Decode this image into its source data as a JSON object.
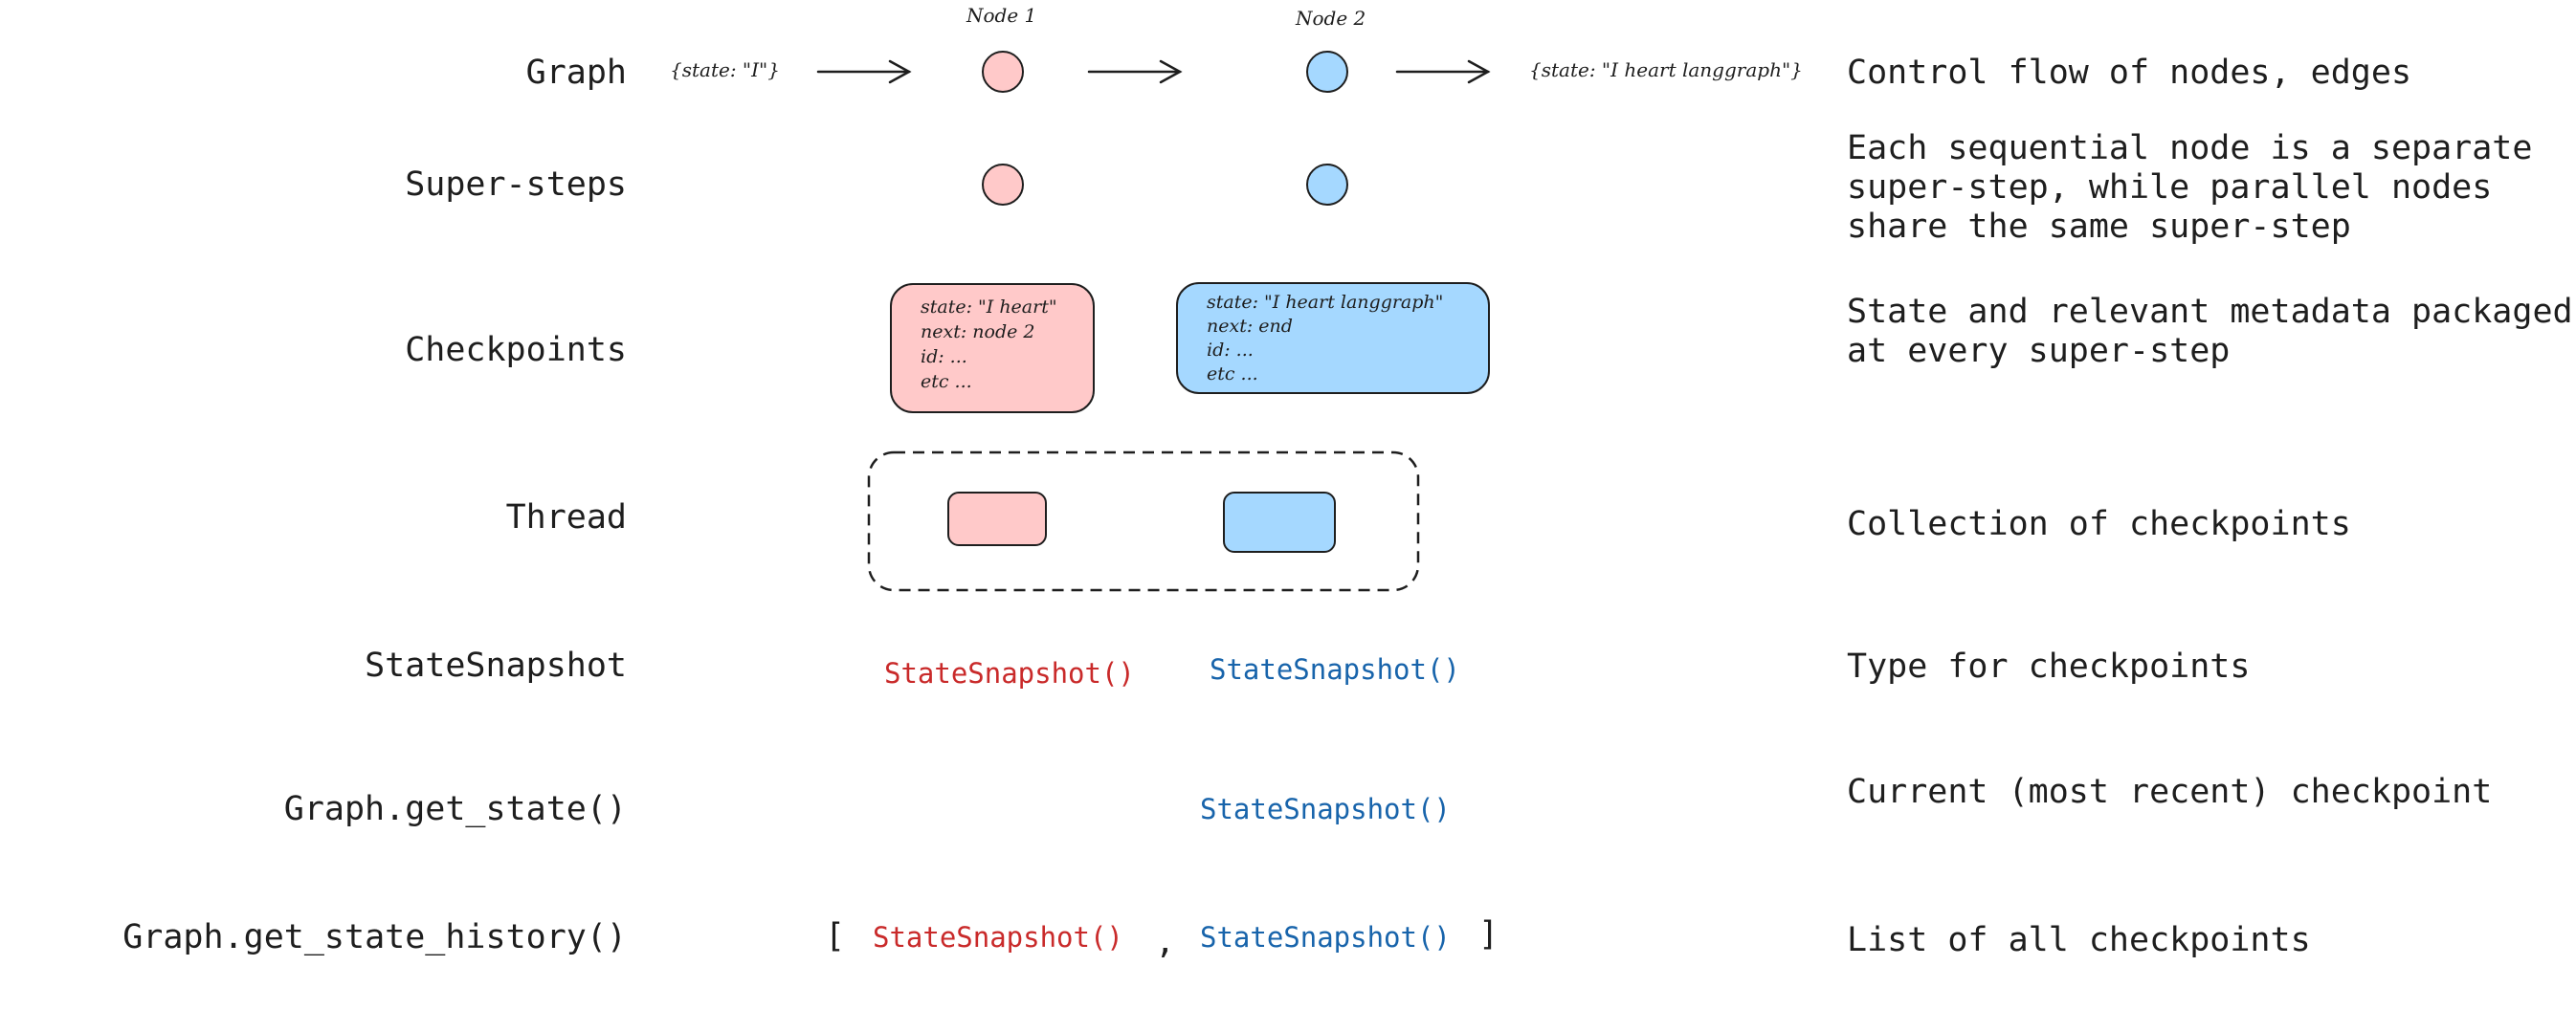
{
  "colors": {
    "node1_fill": "#ffc9c9",
    "node2_fill": "#a5d8ff",
    "node1_text": "#c92a2a",
    "node2_text": "#1864ab",
    "stroke": "#1e1e1e"
  },
  "rows": {
    "graph": "Graph",
    "supersteps": "Super-steps",
    "checkpoints": "Checkpoints",
    "thread": "Thread",
    "statesnapshot": "StateSnapshot",
    "get_state": "Graph.get_state()",
    "get_state_history": "Graph.get_state_history()"
  },
  "graph_row": {
    "node1_label": "Node 1",
    "node2_label": "Node 2",
    "input_state": "{state: \"I\"}",
    "output_state": "{state: \"I heart langgraph\"}"
  },
  "checkpoint_cards": {
    "node1": [
      "state: \"I heart\"",
      "next: node 2",
      "id: ...",
      "etc ..."
    ],
    "node2": [
      "state: \"I heart langgraph\"",
      "next: end",
      "id: ...",
      "etc ..."
    ]
  },
  "snapshots": {
    "label": "StateSnapshot()",
    "open_bracket": "[",
    "comma": ",",
    "close_bracket": "]"
  },
  "descriptions": {
    "graph": "Control flow of nodes, edges",
    "supersteps": [
      "Each sequential node is a separate",
      "super-step, while parallel nodes",
      "share the same super-step"
    ],
    "checkpoints": [
      "State and relevant metadata packaged",
      "at every super-step"
    ],
    "thread": "Collection of checkpoints",
    "statesnapshot": "Type for checkpoints",
    "get_state": "Current (most recent) checkpoint",
    "get_state_history": "List of all checkpoints"
  }
}
